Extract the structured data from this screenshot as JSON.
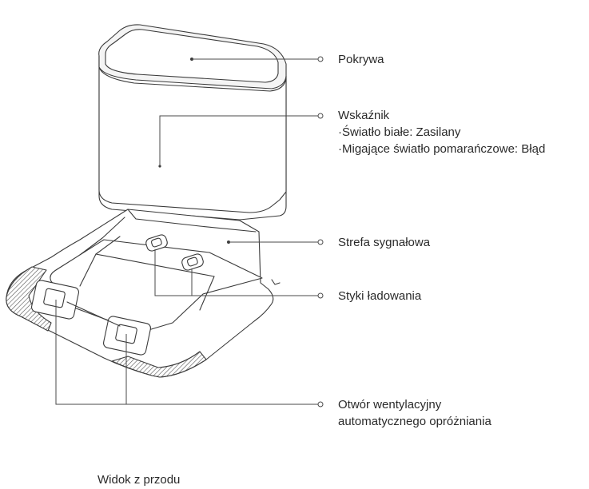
{
  "callouts": {
    "lid": {
      "label": "Pokrywa"
    },
    "indicator": {
      "label": "Wskaźnik",
      "details": [
        "·Światło białe: Zasilany",
        "·Migające światło pomarańczowe: Błąd"
      ]
    },
    "signal_zone": {
      "label": "Strefa sygnałowa"
    },
    "charging_contacts": {
      "label": "Styki ładowania"
    },
    "vent": {
      "lines": [
        "Otwór wentylacyjny",
        "automatycznego opróżniania"
      ]
    }
  },
  "caption": "Widok z przodu"
}
